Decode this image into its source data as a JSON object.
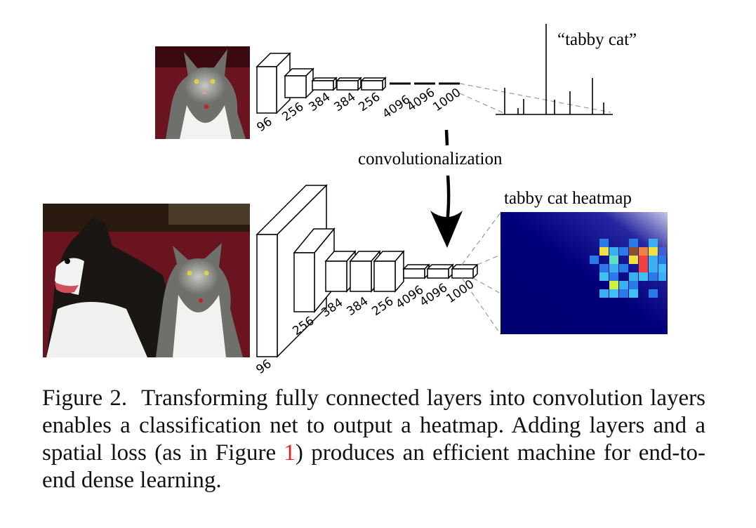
{
  "top_network": {
    "label_96": "96",
    "label_256a": "256",
    "label_384a": "384",
    "label_384b": "384",
    "label_256b": "256",
    "label_4096a": "4096",
    "label_4096b": "4096",
    "label_1000": "1000",
    "output_label": "“tabby cat”"
  },
  "transition_label": "convolutionalization",
  "bottom_network": {
    "label_96": "96",
    "label_256a": "256",
    "label_384a": "384",
    "label_384b": "384",
    "label_256b": "256",
    "label_4096a": "4096",
    "label_4096b": "4096",
    "label_1000": "1000",
    "heatmap_title": "tabby cat heatmap"
  },
  "caption": {
    "figure_label": "Figure 2.",
    "text_before_ref": "Transforming fully connected layers into convolution layers enables a classification net to output a heatmap. Adding layers and a spatial loss (as in Figure ",
    "ref": "1",
    "text_after_ref": ") produces an efficient machine for end-to-end dense learning."
  }
}
